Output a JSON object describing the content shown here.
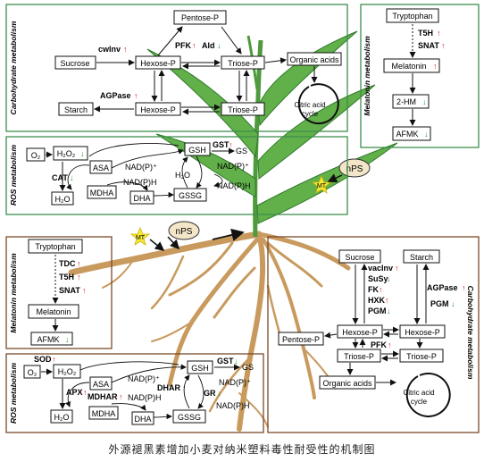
{
  "caption": "外源褪黑素增加小麦对纳米塑料毒性耐受性的机制图",
  "colors": {
    "green_panel": "#3d8f4e",
    "brown_panel": "#7a4a2a",
    "leaf": "#62b04a",
    "leaf_dark": "#2f7a2b",
    "root": "#c89a5e",
    "up_arrow": "#e02020",
    "down_arrow": "#27a13a"
  },
  "panels": {
    "carb_top": {
      "title": "Carbohydrate metabolism"
    },
    "melatonin_top": {
      "title": "Melatonin metabolism"
    },
    "ros_top": {
      "title": "ROS metabolism"
    },
    "melatonin_bottom": {
      "title": "Melatonin metabolism"
    },
    "ros_bottom": {
      "title": "ROS metabolism"
    },
    "carb_bottom": {
      "title": "Carbohydrate metabolism"
    }
  },
  "carb_top": {
    "pentose": "Pentose-P",
    "sucrose": "Sucrose",
    "hexose1": "Hexose-P",
    "triose1": "Triose-P",
    "organic": "Organic acids",
    "starch": "Starch",
    "hexose2": "Hexose-P",
    "triose2": "Triose-P",
    "tca": "Citric acid cycle",
    "cwinv": "cwInv",
    "pfk": "PFK",
    "ald": "Ald",
    "agpase": "AGPase"
  },
  "melatonin_top": {
    "tryptophan": "Tryptophan",
    "t5h": "T5H",
    "snat": "SNAT",
    "melatonin": "Melatonin",
    "hm2": "2-HM",
    "afmk": "AFMK"
  },
  "ros_top": {
    "o2": "O₂",
    "h2o2": "H₂O₂",
    "cat": "CAT",
    "h2o": "H₂O",
    "asa": "ASA",
    "mdha": "MDHA",
    "dha": "DHA",
    "nadp1": "NAD(P)⁺",
    "nadph1": "NAD(P)H",
    "h2o_mid": "H₂O",
    "gsh": "GSH",
    "gssg": "GSSG",
    "gst": "GST",
    "gs": "GS",
    "nadph2": "NAD(P)H",
    "nadp2": "NAD(P)⁺"
  },
  "plant": {
    "nps_top": "nPS",
    "nps_bottom": "nPS",
    "mt_top": "MT",
    "mt_bottom": "MT"
  },
  "melatonin_bottom": {
    "tryptophan": "Tryptophan",
    "tdc": "TDC",
    "t5h": "T5H",
    "snat": "SNAT",
    "melatonin": "Melatonin",
    "afmk": "AFMK"
  },
  "ros_bottom": {
    "sod": "SOD",
    "o2": "O₂",
    "h2o2": "H₂O₂",
    "apx": "APX",
    "mdhar": "MDHAR",
    "h2o": "H₂O",
    "asa": "ASA",
    "mdha": "MDHA",
    "dha": "DHA",
    "dhar": "DHAR",
    "nadp1": "NAD(P)⁺",
    "nadph1": "NAD(P)H",
    "gsh": "GSH",
    "gssg": "GSSG",
    "gst": "GST",
    "gs": "GS",
    "gr": "GR",
    "nadp2": "NAD(P)⁺",
    "nadph2": "NAD(P)H"
  },
  "carb_bottom": {
    "sucrose": "Sucrose",
    "starch": "Starch",
    "vacinv": "vacInv",
    "susy": "SuSy",
    "fk": "FK",
    "hxk": "HXK",
    "pgm": "PGM",
    "agpase": "AGPase",
    "pgm2": "PGM",
    "pentose": "Pentose-P",
    "hexose1": "Hexose-P",
    "hexose2": "Hexose-P",
    "pfk": "PFK",
    "triose1": "Triose-P",
    "triose2": "Triose-P",
    "organic": "Organic acids",
    "tca": "Citric acid cycle"
  }
}
